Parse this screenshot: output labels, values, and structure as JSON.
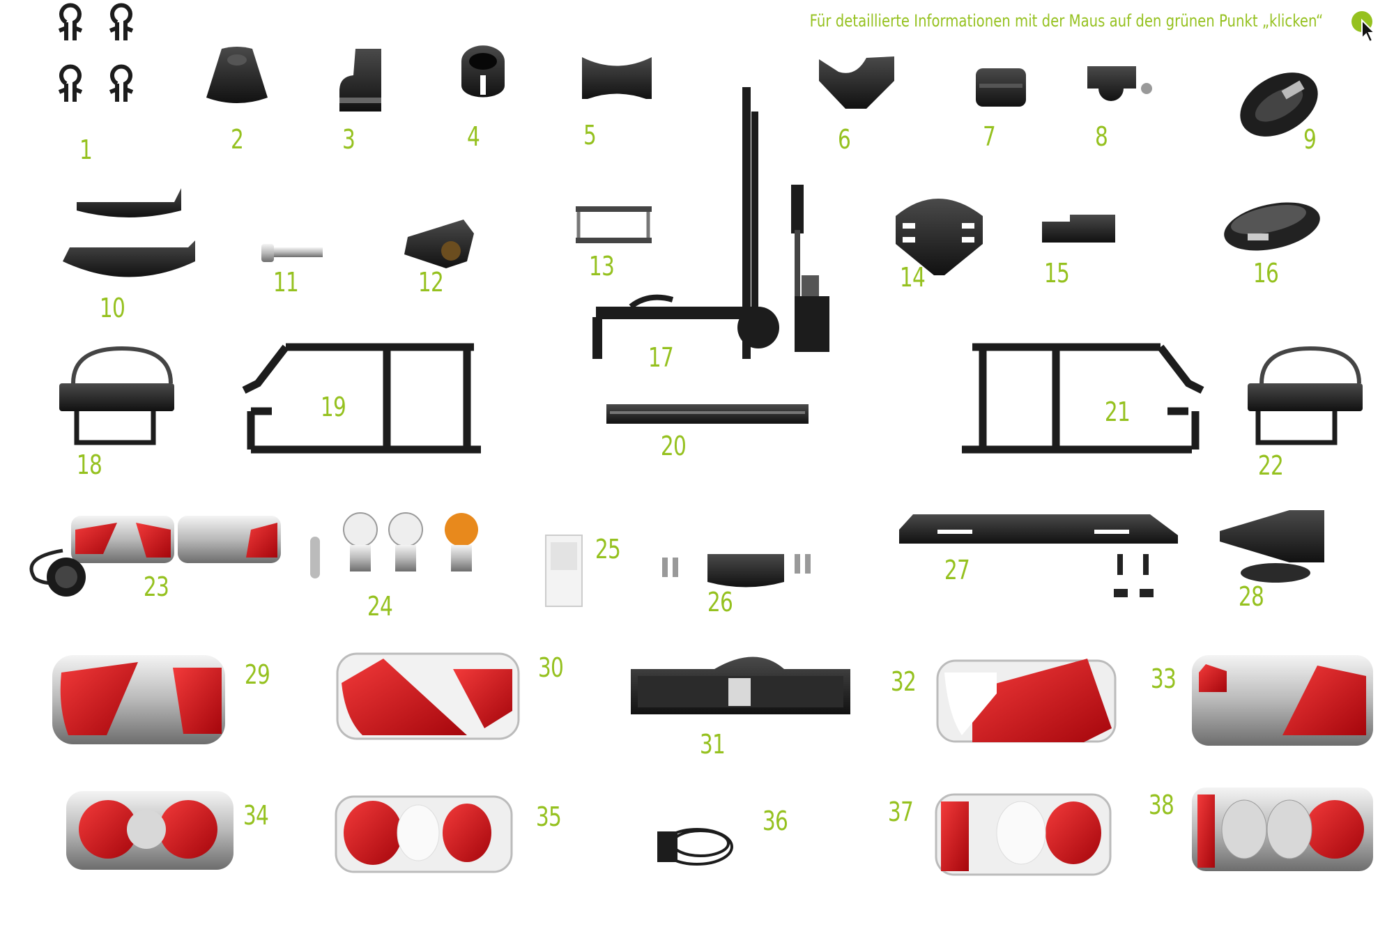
{
  "hint_text": "Für detaillierte Informationen mit der Maus auf den grünen Punkt „klicken“",
  "accent_color": "#95c11f",
  "part_black": "#1c1c1c",
  "light_red": "#d8111a",
  "lens_white": "#f2f2f2",
  "icons": [
    "info-dot-icon",
    "mouse-cursor-icon"
  ],
  "parts": [
    {
      "number": "1",
      "name": "clips"
    },
    {
      "number": "2",
      "name": "cap"
    },
    {
      "number": "3",
      "name": "bracket"
    },
    {
      "number": "4",
      "name": "grommet"
    },
    {
      "number": "5",
      "name": "holder"
    },
    {
      "number": "6",
      "name": "mount"
    },
    {
      "number": "7",
      "name": "stopper"
    },
    {
      "number": "8",
      "name": "clamp"
    },
    {
      "number": "9",
      "name": "strap"
    },
    {
      "number": "10",
      "name": "wheel-trays"
    },
    {
      "number": "11",
      "name": "bolt"
    },
    {
      "number": "12",
      "name": "knob"
    },
    {
      "number": "13",
      "name": "clip-frame"
    },
    {
      "number": "14",
      "name": "cover"
    },
    {
      "number": "15",
      "name": "pad"
    },
    {
      "number": "16",
      "name": "net-strap"
    },
    {
      "number": "17",
      "name": "carrier"
    },
    {
      "number": "18",
      "name": "holder-left"
    },
    {
      "number": "19",
      "name": "frame-left"
    },
    {
      "number": "20",
      "name": "rail"
    },
    {
      "number": "21",
      "name": "frame-right"
    },
    {
      "number": "22",
      "name": "holder-right"
    },
    {
      "number": "23",
      "name": "lights-set"
    },
    {
      "number": "24",
      "name": "bulbs"
    },
    {
      "number": "25",
      "name": "stickers"
    },
    {
      "number": "26",
      "name": "plate-light"
    },
    {
      "number": "27",
      "name": "light-bar"
    },
    {
      "number": "28",
      "name": "plug"
    },
    {
      "number": "29",
      "name": "tail-light-29"
    },
    {
      "number": "30",
      "name": "lens-30"
    },
    {
      "number": "31",
      "name": "plate-holder"
    },
    {
      "number": "32",
      "name": "lens-32"
    },
    {
      "number": "33",
      "name": "tail-light-33"
    },
    {
      "number": "34",
      "name": "tail-light-34"
    },
    {
      "number": "35",
      "name": "lens-35"
    },
    {
      "number": "36",
      "name": "cable"
    },
    {
      "number": "37",
      "name": "lens-37"
    },
    {
      "number": "38",
      "name": "tail-light-38"
    }
  ]
}
